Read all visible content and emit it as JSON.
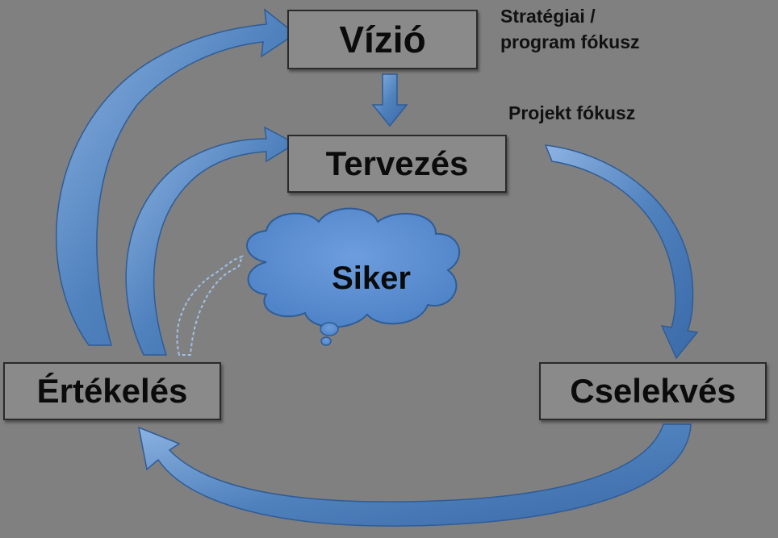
{
  "diagram": {
    "boxes": {
      "vizio": "Vízió",
      "tervezes": "Tervezés",
      "ertekeles": "Értékelés",
      "cselekves": "Cselekvés"
    },
    "notes": {
      "strategiai_line1": "Stratégiai /",
      "strategiai_line2": "program fókusz",
      "projekt": "Projekt fókusz"
    },
    "cloud_label": "Siker"
  },
  "colors": {
    "background": "#808080",
    "box_fill": "#8a8a8a",
    "arrow_blue": "#4f81bd",
    "arrow_highlight": "#8db3e2",
    "cloud_fill": "#5b8fd1",
    "text": "#0b0b0b"
  }
}
